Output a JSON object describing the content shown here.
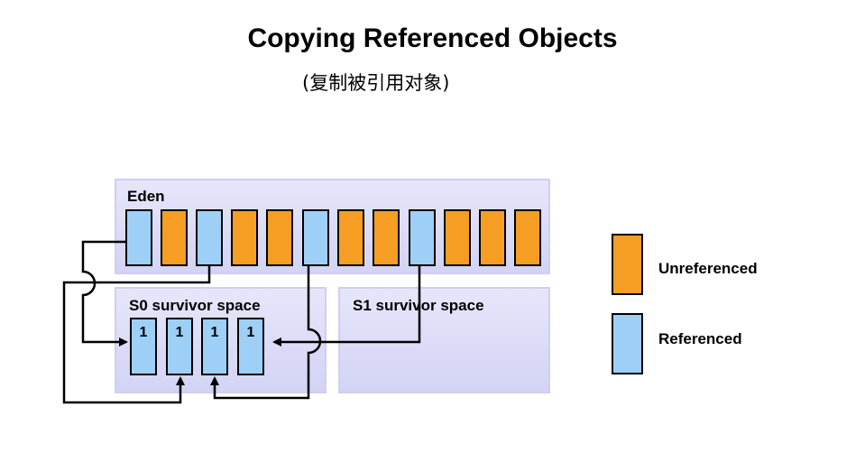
{
  "title": "Copying Referenced Objects",
  "subtitle": "(复制被引用对象)",
  "eden": {
    "label": "Eden",
    "cells": [
      "referenced",
      "unreferenced",
      "referenced",
      "unreferenced",
      "unreferenced",
      "referenced",
      "unreferenced",
      "unreferenced",
      "referenced",
      "unreferenced",
      "unreferenced",
      "unreferenced"
    ]
  },
  "s0": {
    "label": "S0 survivor space",
    "cells": [
      "1",
      "1",
      "1",
      "1"
    ]
  },
  "s1": {
    "label": "S1 survivor space"
  },
  "legend": {
    "unreferenced": "Unreferenced",
    "referenced": "Referenced"
  },
  "colors": {
    "unreferenced": "#f59e23",
    "referenced": "#9ed0f7",
    "region": "#dcdcf7"
  }
}
